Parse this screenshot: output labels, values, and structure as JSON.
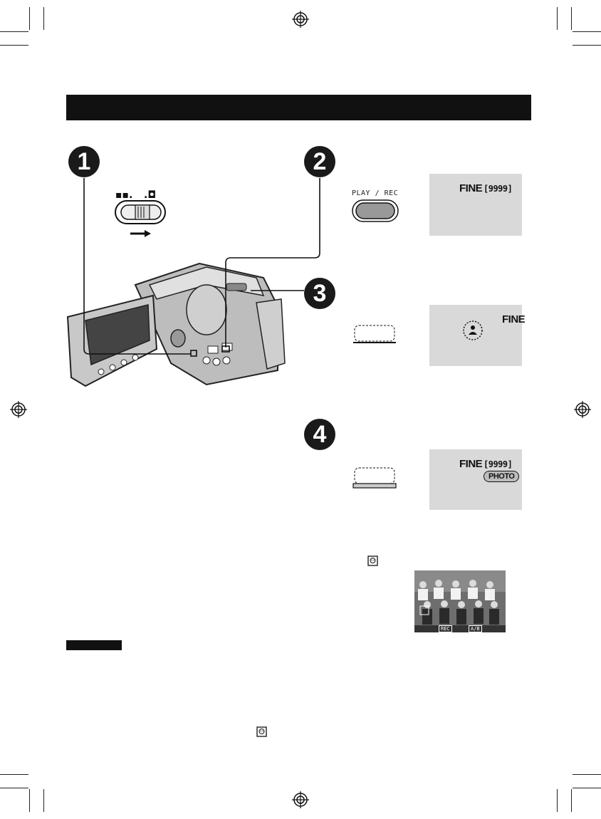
{
  "steps": [
    "1",
    "2",
    "3",
    "4"
  ],
  "buttons": {
    "play_rec_label": "PLAY / REC"
  },
  "lcd_screens": [
    {
      "quality": "FINE",
      "count": "[9999]"
    },
    {
      "quality": "FINE"
    },
    {
      "quality": "FINE",
      "count": "[9999]",
      "badge": "PHOTO"
    }
  ],
  "thumbnail": {
    "osd_left": "REC",
    "osd_right": "A/B"
  },
  "icons": [
    "face-detect-icon",
    "registration-mark-icon",
    "crop-mark"
  ]
}
